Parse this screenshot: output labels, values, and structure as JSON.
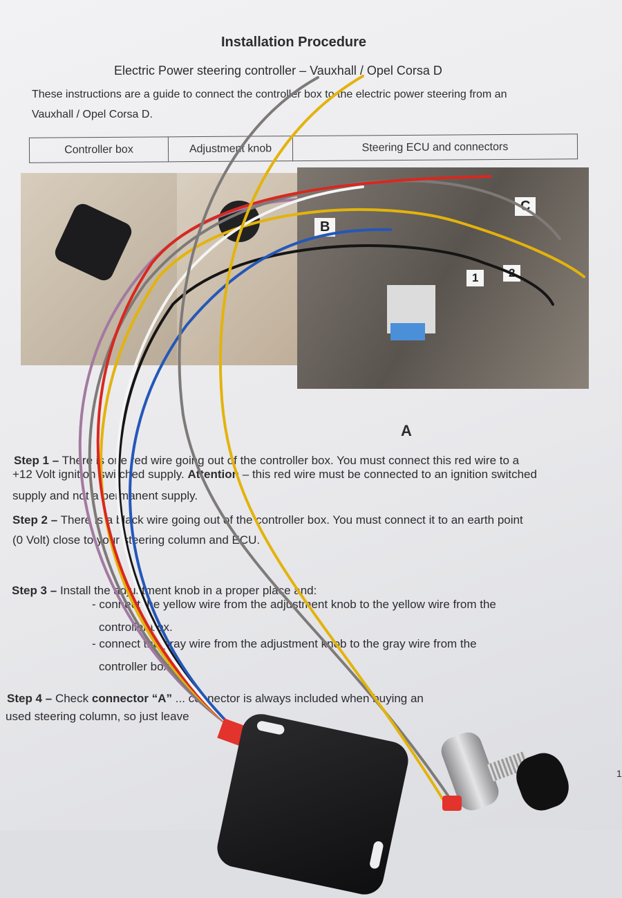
{
  "document": {
    "title": "Installation Procedure",
    "subtitle": "Electric Power steering controller – Vauxhall / Opel Corsa D",
    "intro": [
      "These instructions are a guide to connect the controller box to the electric power steering from an",
      "Vauxhall / Opel Corsa D."
    ],
    "table_headers": [
      "Controller box",
      "Adjustment knob",
      "Steering ECU and connectors"
    ],
    "photo_labels": {
      "c": "C",
      "b": "B",
      "one": "1",
      "two": "2",
      "a": "A"
    },
    "steps": [
      {
        "label": "Step 1 –",
        "lines": [
          "There is one red wire going out of the controller box. You must connect this red wire to a",
          "+12 Volt ignition switched supply.",
          "Attention",
          "– this red wire must be connected to an ignition switched",
          "supply and not a permanent supply."
        ]
      },
      {
        "label": "Step 2 –",
        "lines": [
          "There is a black wire going out of the controller box. You must connect it to an earth point",
          "(0 Volt) close to your steering column and ECU."
        ]
      },
      {
        "label": "Step 3 –",
        "lines": [
          "Install the adjustment knob in a proper place and:",
          "- connect the yellow wire from the adjustment knob to the yellow wire from the",
          "controller box.",
          "- connect the gray wire from the adjustment knob to the gray wire from the",
          "controller box."
        ]
      },
      {
        "label": "Step 4 –",
        "lines": [
          "Check",
          "connector “A”",
          "... connector is always included when buying an",
          "used steering column, so just leave"
        ]
      }
    ],
    "page_number": "1"
  },
  "colors": {
    "red": "#d8281f",
    "yellow": "#e3b30c",
    "gray": "#7d7a78",
    "black": "#151515",
    "blue": "#2457b8",
    "white": "#f2f2f2",
    "purple": "#a27aa0"
  }
}
